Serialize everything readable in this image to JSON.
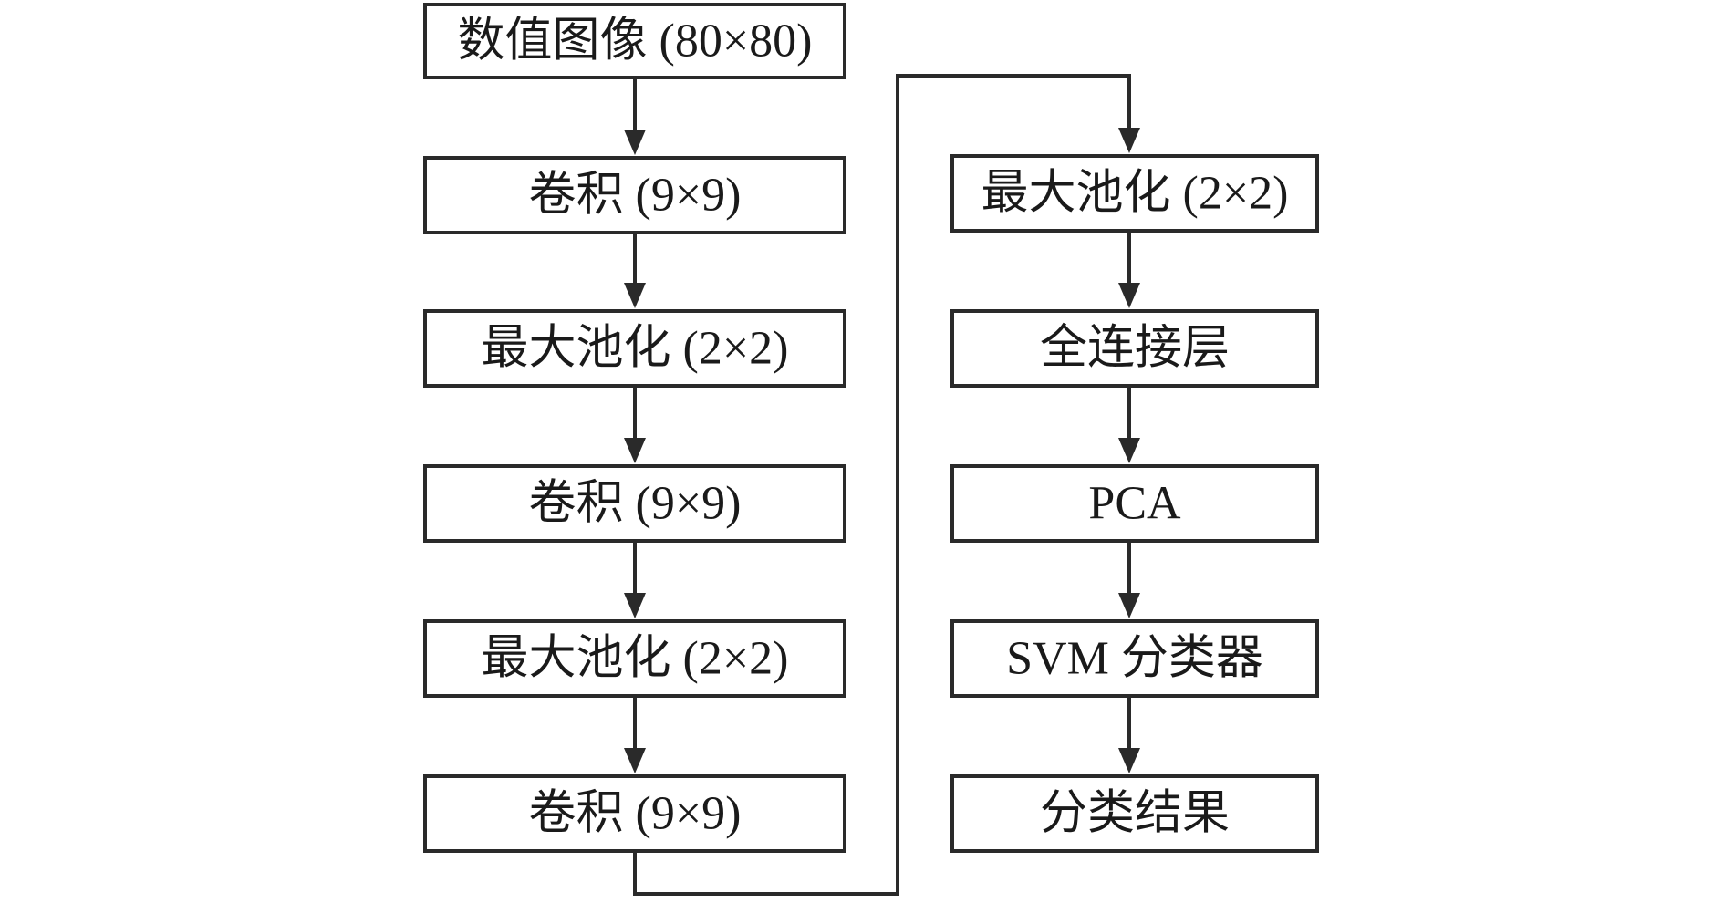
{
  "diagram": {
    "left_column": [
      {
        "id": "input",
        "label": "数值图像 (80×80)"
      },
      {
        "id": "conv1",
        "label": "卷积 (9×9)"
      },
      {
        "id": "pool1",
        "label": "最大池化 (2×2)"
      },
      {
        "id": "conv2",
        "label": "卷积 (9×9)"
      },
      {
        "id": "pool2",
        "label": "最大池化 (2×2)"
      },
      {
        "id": "conv3",
        "label": "卷积 (9×9)"
      }
    ],
    "right_column": [
      {
        "id": "pool3",
        "label": "最大池化 (2×2)"
      },
      {
        "id": "fc",
        "label": "全连接层"
      },
      {
        "id": "pca",
        "label": "PCA"
      },
      {
        "id": "svm",
        "label": "SVM 分类器"
      },
      {
        "id": "result",
        "label": "分类结果"
      }
    ],
    "flow": [
      [
        "input",
        "conv1"
      ],
      [
        "conv1",
        "pool1"
      ],
      [
        "pool1",
        "conv2"
      ],
      [
        "conv2",
        "pool2"
      ],
      [
        "pool2",
        "conv3"
      ],
      [
        "conv3",
        "pool3"
      ],
      [
        "pool3",
        "fc"
      ],
      [
        "fc",
        "pca"
      ],
      [
        "pca",
        "svm"
      ],
      [
        "svm",
        "result"
      ]
    ],
    "colors": {
      "stroke": "#2a2a2a",
      "text": "#1a1a1a",
      "background": "#ffffff"
    }
  }
}
